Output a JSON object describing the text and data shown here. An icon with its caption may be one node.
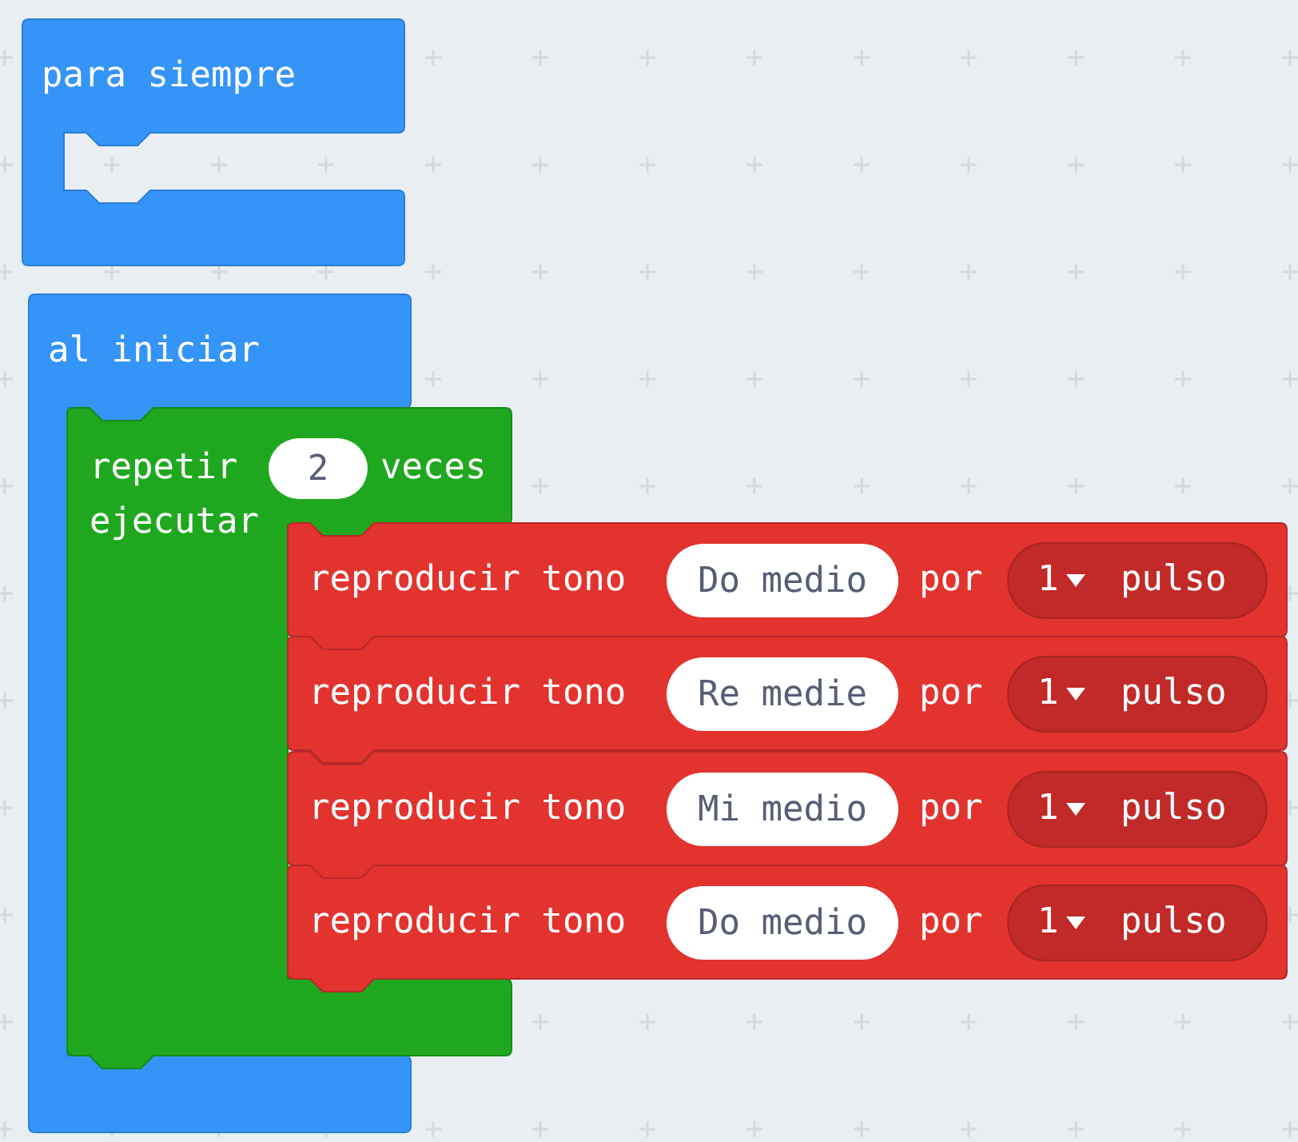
{
  "diagram": {
    "nodes": [
      {
        "text": [
          "para siempre"
        ]
      },
      {
        "text": [
          "al iniciar"
        ]
      },
      {
        "text": [
          "repetir",
          "veces",
          "ejecutar"
        ]
      },
      {
        "text": [
          "2"
        ],
        "in": 2
      },
      {
        "text": [
          "reproducir tono",
          "por"
        ]
      },
      {
        "text": [
          "Do medio"
        ],
        "in": 4
      },
      {
        "text": [
          "1",
          "pulso"
        ],
        "in": 4
      },
      {
        "text": [
          "reproducir tono",
          "por"
        ]
      },
      {
        "text": [
          "Re medie"
        ],
        "in": 7
      },
      {
        "text": [
          "1",
          "pulso"
        ],
        "in": 7
      },
      {
        "text": [
          "reproducir tono",
          "por"
        ]
      },
      {
        "text": [
          "Mi medio"
        ],
        "in": 10
      },
      {
        "text": [
          "1",
          "pulso"
        ],
        "in": 10
      },
      {
        "text": [
          "reproducir tono",
          "por"
        ]
      },
      {
        "text": [
          "Do medio"
        ],
        "in": 13
      },
      {
        "text": [
          "1",
          "pulso"
        ],
        "in": 13
      }
    ]
  }
}
